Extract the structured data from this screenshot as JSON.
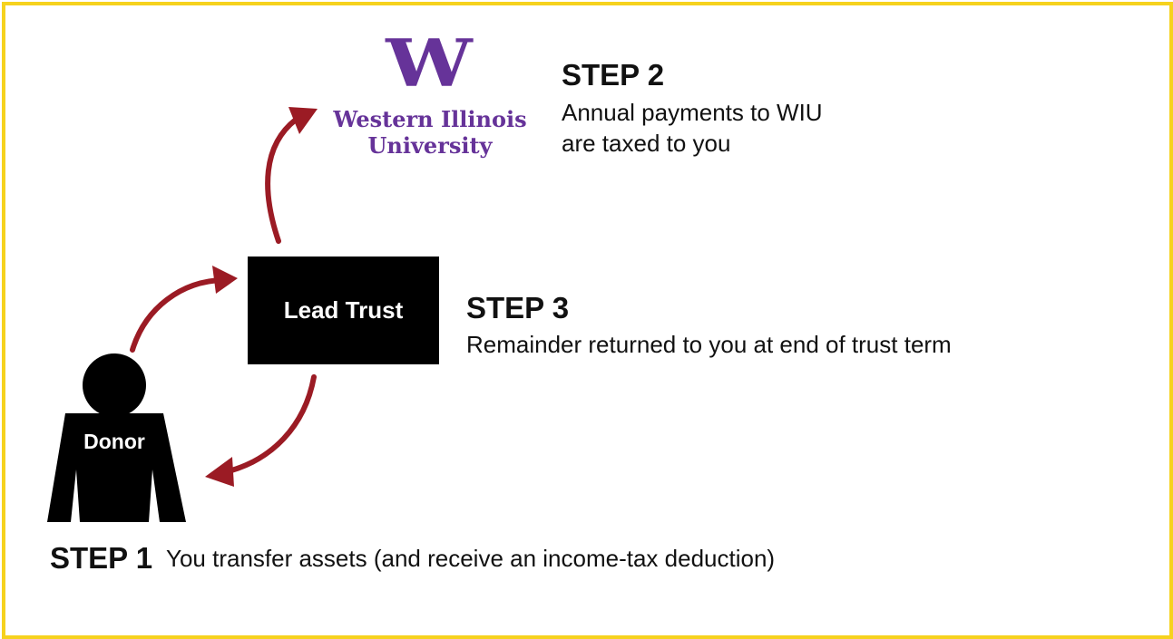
{
  "colors": {
    "border": "#f6d21e",
    "brand_purple": "#663399",
    "arrow": "#9b1b24",
    "box": "#000000"
  },
  "logo": {
    "mark": "W",
    "line1": "Western Illinois",
    "line2": "University"
  },
  "nodes": {
    "trust_label": "Lead Trust",
    "donor_label": "Donor"
  },
  "steps": {
    "step1": {
      "title": "STEP 1",
      "text": "You transfer assets (and receive an income-tax deduction)"
    },
    "step2": {
      "title": "STEP 2",
      "line1": "Annual payments to WIU",
      "line2": "are taxed to you"
    },
    "step3": {
      "title": "STEP 3",
      "text": "Remainder returned to you at end of trust term"
    }
  }
}
